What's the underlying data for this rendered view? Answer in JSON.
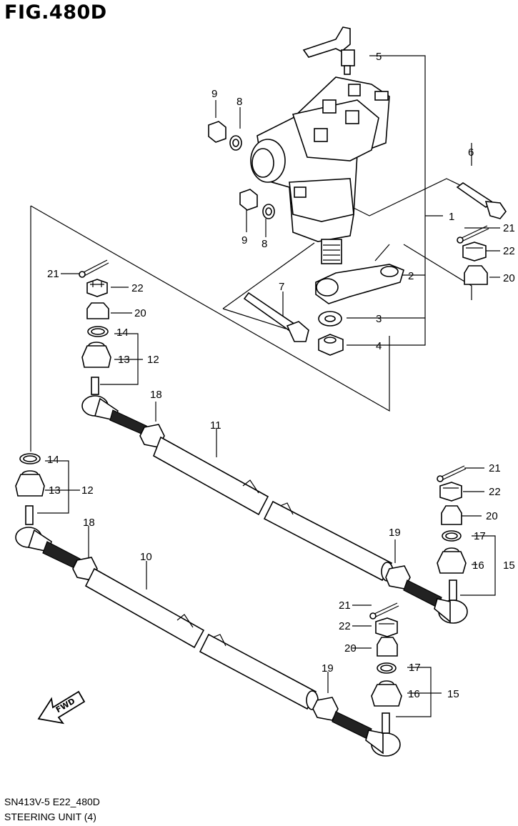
{
  "figure": {
    "title": "FIG.480D",
    "code": "SN413V-5 E22_480D",
    "name": "STEERING UNIT (4)"
  },
  "callouts": {
    "c1": "1",
    "c2": "2",
    "c3": "3",
    "c4": "4",
    "c5": "5",
    "c6": "6",
    "c7": "7",
    "c8a": "8",
    "c8b": "8",
    "c9a": "9",
    "c9b": "9",
    "c10": "10",
    "c11": "11",
    "c12a": "12",
    "c12b": "12",
    "c13a": "13",
    "c13b": "13",
    "c14a": "14",
    "c14b": "14",
    "c15a": "15",
    "c15b": "15",
    "c16a": "16",
    "c16b": "16",
    "c17a": "17",
    "c17b": "17",
    "c18a": "18",
    "c18b": "18",
    "c19a": "19",
    "c19b": "19",
    "c20a": "20",
    "c20b": "20",
    "c20c": "20",
    "c20d": "20",
    "c21a": "21",
    "c21b": "21",
    "c21c": "21",
    "c21d": "21",
    "c22a": "22",
    "c22b": "22",
    "c22c": "22",
    "c22d": "22"
  },
  "fwd_label": "FWD"
}
